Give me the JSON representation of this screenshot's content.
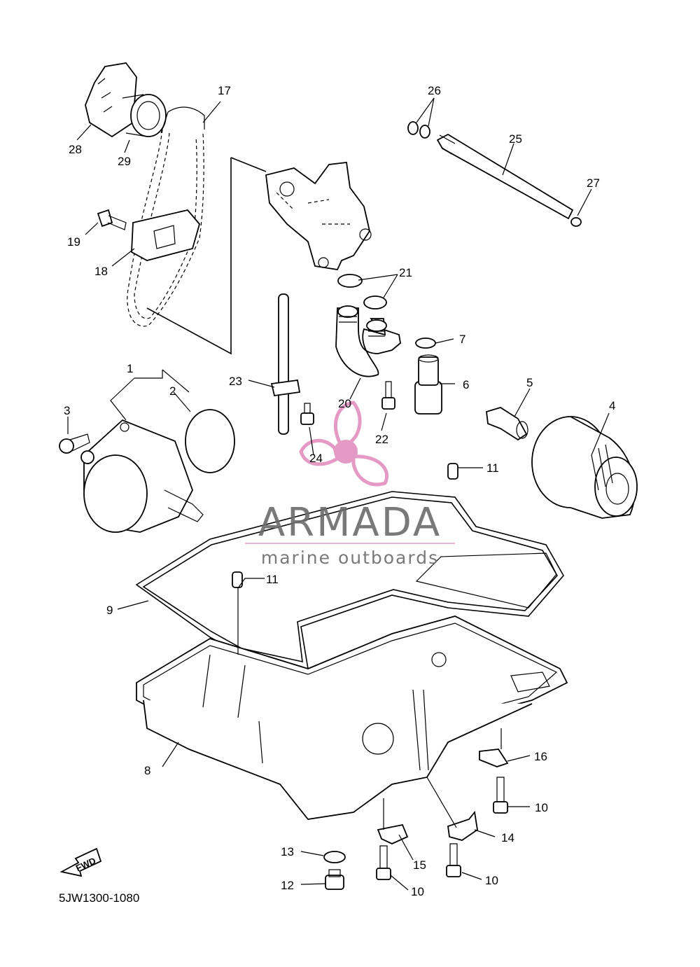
{
  "diagram_code": "5JW1300-1080",
  "watermark": {
    "brand": "ARMADA",
    "tagline": "marine outboards",
    "accent_color": "#e38fbf",
    "text_color": "#6b6b6b"
  },
  "fwd_marker": {
    "label": "FWD",
    "icon": "forward-arrow-icon"
  },
  "callouts": {
    "c1": "1",
    "c2": "2",
    "c3": "3",
    "c4": "4",
    "c5": "5",
    "c6": "6",
    "c7": "7",
    "c8": "8",
    "c9": "9",
    "c10a": "10",
    "c10b": "10",
    "c10c": "10",
    "c11a": "11",
    "c11b": "11",
    "c12": "12",
    "c13": "13",
    "c14": "14",
    "c15": "15",
    "c16": "16",
    "c17": "17",
    "c18": "18",
    "c19": "19",
    "c20": "20",
    "c21": "21",
    "c22": "22",
    "c23": "23",
    "c24": "24",
    "c25": "25",
    "c26": "26",
    "c27": "27",
    "c28": "28",
    "c29": "29"
  }
}
